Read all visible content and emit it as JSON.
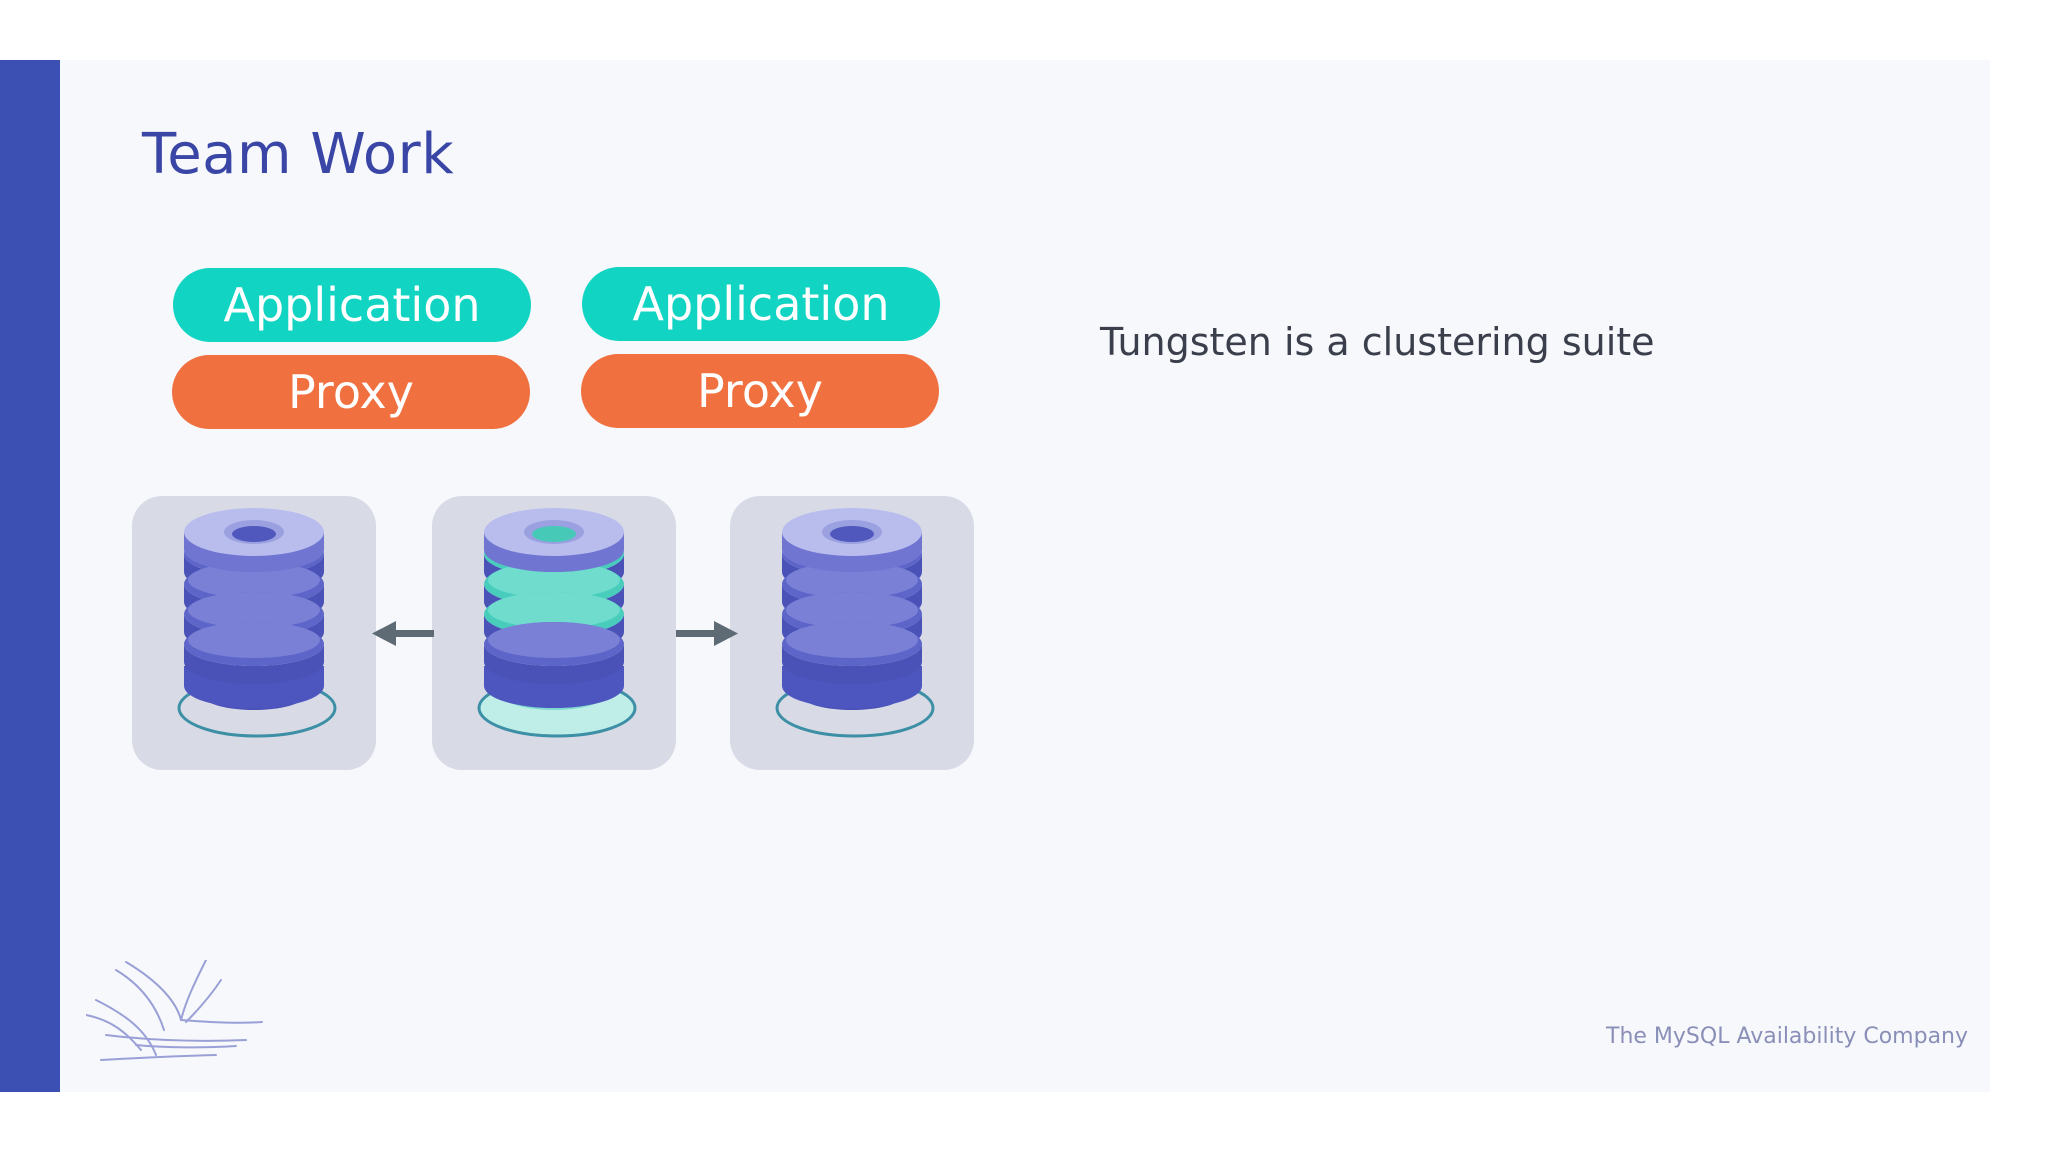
{
  "slide": {
    "title": "Team Work",
    "description": "Tungsten is a clustering suite",
    "footer": "The MySQL Availability Company"
  },
  "stacks": [
    {
      "application_label": "Application",
      "proxy_label": "Proxy"
    },
    {
      "application_label": "Application",
      "proxy_label": "Proxy"
    }
  ],
  "database_nodes": [
    {
      "role": "replica",
      "accent": "#5b62c8"
    },
    {
      "role": "primary",
      "accent": "#3cc9b8"
    },
    {
      "role": "replica",
      "accent": "#5b62c8"
    }
  ],
  "colors": {
    "accent_bar": "#3c4fb3",
    "title": "#3a46a6",
    "application": "#12d4c3",
    "proxy": "#f07040",
    "arrow": "#5e6b75"
  }
}
